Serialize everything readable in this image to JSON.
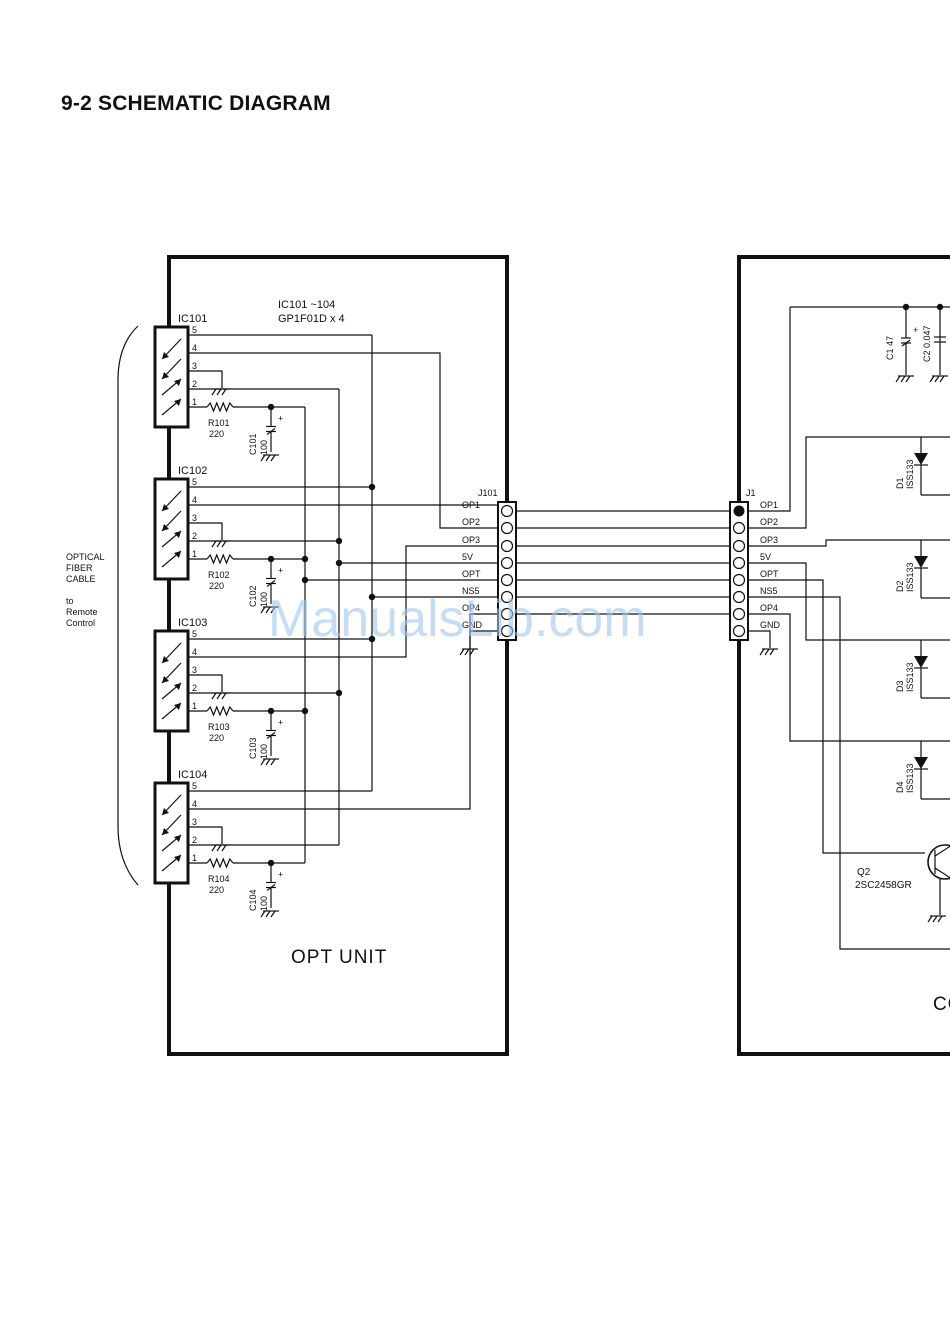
{
  "title": "9-2 SCHEMATIC DIAGRAM",
  "ic_group_label": "IC101 ~104",
  "ic_part_label": "GP1F01D x 4",
  "optical_note": [
    "OPTICAL",
    "FIBER",
    "CABLE",
    "",
    "to",
    "Remote",
    "Control"
  ],
  "ics": [
    {
      "name": "IC101",
      "resistor": "R101",
      "resistor_value": "220",
      "capacitor": "C101",
      "capacitor_value": "100"
    },
    {
      "name": "IC102",
      "resistor": "R102",
      "resistor_value": "220",
      "capacitor": "C102",
      "capacitor_value": "100"
    },
    {
      "name": "IC103",
      "resistor": "R103",
      "resistor_value": "220",
      "capacitor": "C103",
      "capacitor_value": "100"
    },
    {
      "name": "IC104",
      "resistor": "R104",
      "resistor_value": "220",
      "capacitor": "C104",
      "capacitor_value": "100"
    }
  ],
  "ic_pins": [
    "5",
    "4",
    "3",
    "2",
    "1"
  ],
  "j101": {
    "name": "J101",
    "pins": [
      "OP1",
      "OP2",
      "OP3",
      "5V",
      "OPT",
      "NS5",
      "OP4",
      "GND"
    ]
  },
  "j1": {
    "name": "J1",
    "pins": [
      "OP1",
      "OP2",
      "OP3",
      "5V",
      "OPT",
      "NS5",
      "OP4",
      "GND"
    ]
  },
  "caps_right": [
    {
      "name": "C1",
      "value": "47"
    },
    {
      "name": "C2",
      "value": "0.047"
    }
  ],
  "diodes": [
    {
      "name": "D1",
      "part": "ISS133"
    },
    {
      "name": "D2",
      "part": "ISS133"
    },
    {
      "name": "D3",
      "part": "ISS133"
    },
    {
      "name": "D4",
      "part": "ISS133"
    }
  ],
  "transistor": {
    "name": "Q2",
    "part": "2SC2458GR"
  },
  "opt_unit_label": "OPT UNIT",
  "right_unit_label_partial": "CO",
  "watermark": "ManualsLib.com"
}
